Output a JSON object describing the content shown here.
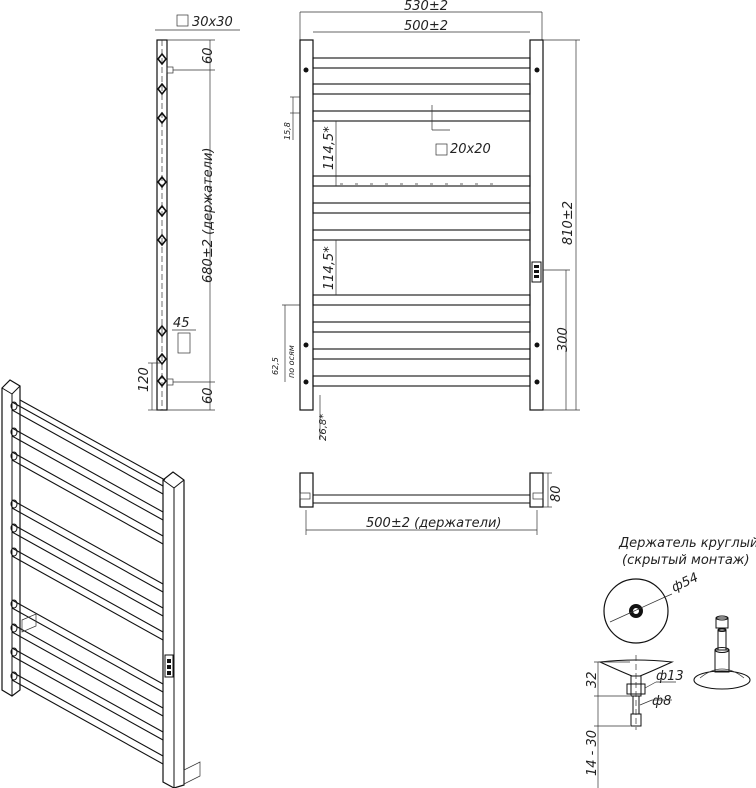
{
  "dims": {
    "width_overall": "530±2",
    "width_bars": "500±2",
    "post_section": "30x30",
    "bar_section": "20x20",
    "gap_1": "114,5*",
    "gap_2": "114,5*",
    "small_15_8": "15,8",
    "small_62_5": "62,5",
    "axis_label": "по осям",
    "small_26_8": "26,8*",
    "height_overall": "810±2",
    "height_300": "300",
    "holder_span": "680±2 (держатели)",
    "top_60": "60",
    "bottom_60": "60",
    "side_120": "120",
    "side_45": "45",
    "depth_80": "80",
    "bottom_holders": "500±2 (держатели)"
  },
  "holder": {
    "title_line1": "Держатель круглый",
    "title_line2": "(скрытый монтаж)",
    "d54": "ф54",
    "d13": "ф13",
    "d8": "ф8",
    "h32": "32",
    "h14_30": "14 - 30"
  }
}
